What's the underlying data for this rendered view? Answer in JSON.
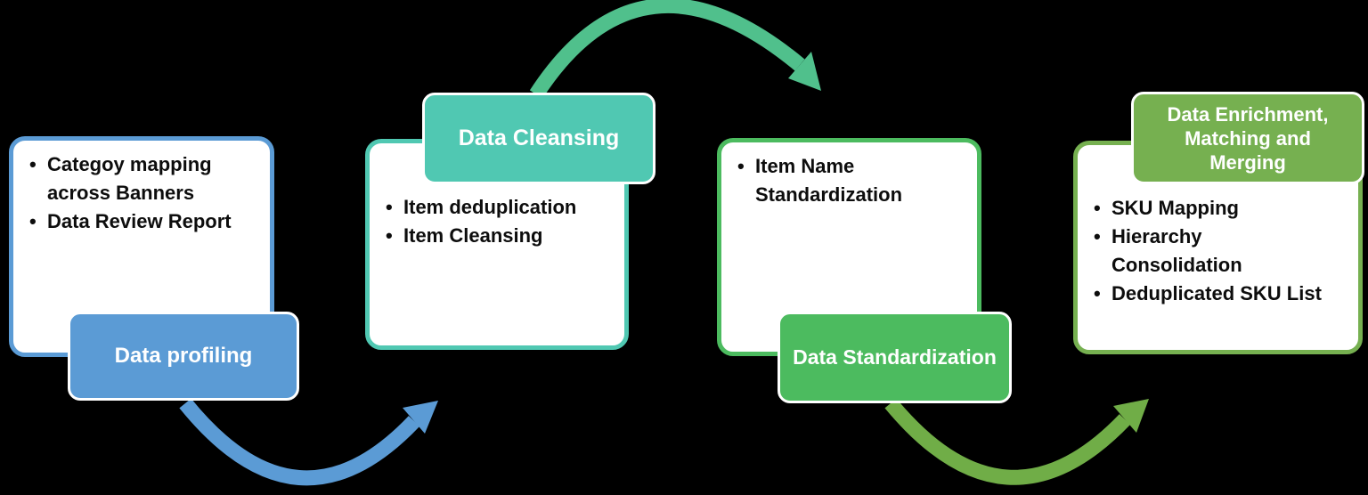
{
  "diagram": {
    "background_color": "#000000",
    "text_color": "#0d0d0d",
    "stages": [
      {
        "name": "data-profiling",
        "label": "Data profiling",
        "bullets": [
          "Categoy mapping across Banners",
          "Data Review Report"
        ],
        "accent_color": "#5B9BD5",
        "label_position": "bottom"
      },
      {
        "name": "data-cleansing",
        "label": "Data Cleansing",
        "bullets": [
          "Item deduplication",
          "Item Cleansing"
        ],
        "accent_color": "#50C8B2",
        "label_position": "top"
      },
      {
        "name": "data-standardization",
        "label": "Data Standardization",
        "bullets": [
          "Item Name Standardization"
        ],
        "accent_color": "#4CBB5F",
        "label_position": "bottom"
      },
      {
        "name": "data-enrichment-matching-merging",
        "label": "Data Enrichment, Matching and Merging",
        "bullets": [
          "SKU Mapping",
          "Hierarchy Consolidation",
          "Deduplicated SKU List"
        ],
        "accent_color": "#76B050",
        "label_position": "top"
      }
    ],
    "arrows": [
      {
        "name": "arrow-profiling-to-cleansing",
        "type": "curved-arrow",
        "color": "#5B9BD5"
      },
      {
        "name": "arrow-cleansing-to-standardization",
        "type": "curved-arrow",
        "color": "#50C08C"
      },
      {
        "name": "arrow-standardization-to-enrichment",
        "type": "curved-arrow",
        "color": "#70AD47"
      }
    ]
  }
}
